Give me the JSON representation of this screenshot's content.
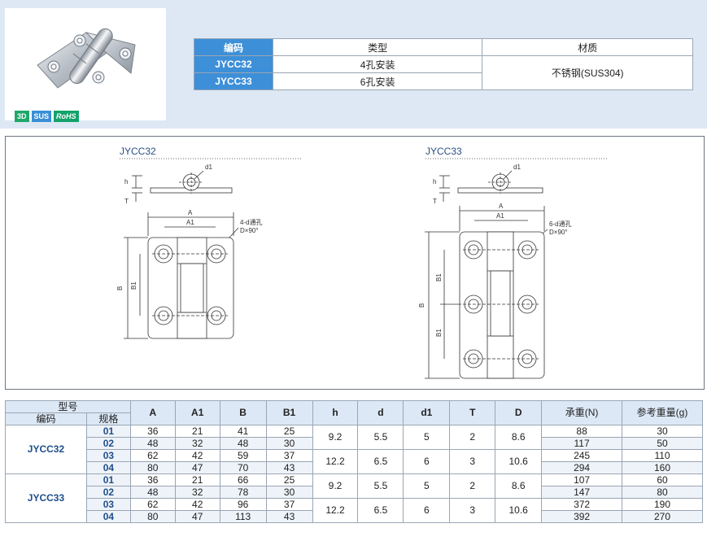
{
  "badges": [
    "3D",
    "SUS",
    "RoHS"
  ],
  "spec_table": {
    "headers": [
      "编码",
      "类型",
      "材质"
    ],
    "rows": [
      {
        "code": "JYCC32",
        "type": "4孔安装"
      },
      {
        "code": "JYCC33",
        "type": "6孔安装"
      }
    ],
    "material": "不锈钢(SUS304)"
  },
  "drawings": {
    "left_title": "JYCC32",
    "right_title": "JYCC33",
    "left_hole_note": "4-d通孔",
    "right_hole_note": "6-d通孔",
    "countersink": "D×90°",
    "labels": {
      "d1": "d1",
      "h": "h",
      "T": "T",
      "A": "A",
      "A1": "A1",
      "B": "B",
      "B1": "B1"
    }
  },
  "data_table": {
    "group_header": "型号",
    "sub_headers": [
      "编码",
      "规格"
    ],
    "columns": [
      "A",
      "A1",
      "B",
      "B1",
      "h",
      "d",
      "d1",
      "T",
      "D",
      "承重(N)",
      "参考重量(g)"
    ],
    "groups": [
      {
        "code": "JYCC32",
        "rows": [
          {
            "spec": "01",
            "A": "36",
            "A1": "21",
            "B": "41",
            "B1": "25",
            "load": "88",
            "weight": "30"
          },
          {
            "spec": "02",
            "A": "48",
            "A1": "32",
            "B": "48",
            "B1": "30",
            "load": "117",
            "weight": "50"
          },
          {
            "spec": "03",
            "A": "62",
            "A1": "42",
            "B": "59",
            "B1": "37",
            "load": "245",
            "weight": "110"
          },
          {
            "spec": "04",
            "A": "80",
            "A1": "47",
            "B": "70",
            "B1": "43",
            "load": "294",
            "weight": "160"
          }
        ],
        "pairs": [
          {
            "h": "9.2",
            "d": "5.5",
            "d1": "5",
            "T": "2",
            "D": "8.6"
          },
          {
            "h": "12.2",
            "d": "6.5",
            "d1": "6",
            "T": "3",
            "D": "10.6"
          }
        ]
      },
      {
        "code": "JYCC33",
        "rows": [
          {
            "spec": "01",
            "A": "36",
            "A1": "21",
            "B": "66",
            "B1": "25",
            "load": "107",
            "weight": "60"
          },
          {
            "spec": "02",
            "A": "48",
            "A1": "32",
            "B": "78",
            "B1": "30",
            "load": "147",
            "weight": "80"
          },
          {
            "spec": "03",
            "A": "62",
            "A1": "42",
            "B": "96",
            "B1": "37",
            "load": "372",
            "weight": "190"
          },
          {
            "spec": "04",
            "A": "80",
            "A1": "47",
            "B": "113",
            "B1": "43",
            "load": "392",
            "weight": "270"
          }
        ],
        "pairs": [
          {
            "h": "9.2",
            "d": "5.5",
            "d1": "5",
            "T": "2",
            "D": "8.6"
          },
          {
            "h": "12.2",
            "d": "6.5",
            "d1": "6",
            "T": "3",
            "D": "10.6"
          }
        ]
      }
    ]
  }
}
